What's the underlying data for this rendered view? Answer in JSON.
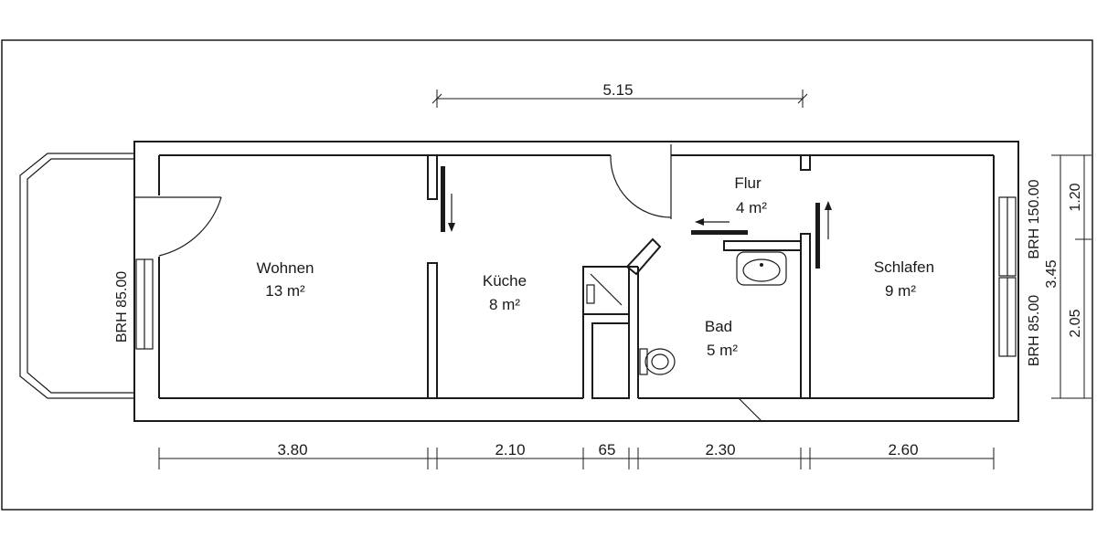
{
  "rooms": {
    "wohnen": {
      "name": "Wohnen",
      "area": "13 m²"
    },
    "kueche": {
      "name": "Küche",
      "area": "8 m²"
    },
    "flur": {
      "name": "Flur",
      "area": "4 m²"
    },
    "bad": {
      "name": "Bad",
      "area": "5 m²"
    },
    "schlafen": {
      "name": "Schlafen",
      "area": "9 m²"
    }
  },
  "dimensions": {
    "top": "5.15",
    "bottom": [
      "3.80",
      "2.10",
      "65",
      "2.30",
      "2.60"
    ],
    "right_upper": "1.20",
    "right_total": "3.45",
    "right_lower": "2.05"
  },
  "window_labels": {
    "left": "BRH 85.00",
    "right_upper": "BRH 150.00",
    "right_lower": "BRH 85.00"
  }
}
